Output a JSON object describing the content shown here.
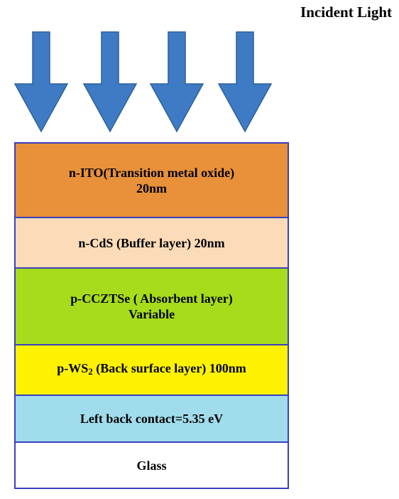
{
  "incident_light": {
    "label": "Incident Light",
    "arrow_count": 4,
    "arrow_color": "#3e7bc4",
    "arrow_outline": "#2d5f9a"
  },
  "stack": {
    "border_color": "#3b3fbf",
    "layers": [
      {
        "id": "ito",
        "line1": "n-ITO(Transition metal oxide)",
        "line2": "20nm",
        "color": "#e8913a"
      },
      {
        "id": "cds",
        "line1": "n-CdS (Buffer layer) 20nm",
        "line2": "",
        "color": "#fcdcb8"
      },
      {
        "id": "cczts",
        "line1": "p-CCZTSe ( Absorbent layer)",
        "line2": "Variable",
        "color": "#a6dc1c"
      },
      {
        "id": "ws2",
        "prefix": "p-WS",
        "subscript": "2",
        "suffix": " (Back surface layer) 100nm",
        "color": "#fff200"
      },
      {
        "id": "contact",
        "line1": "Left back contact=5.35 eV",
        "line2": "",
        "color": "#a0dcec"
      },
      {
        "id": "glass",
        "line1": "Glass",
        "line2": "",
        "color": "#ffffff"
      }
    ]
  }
}
